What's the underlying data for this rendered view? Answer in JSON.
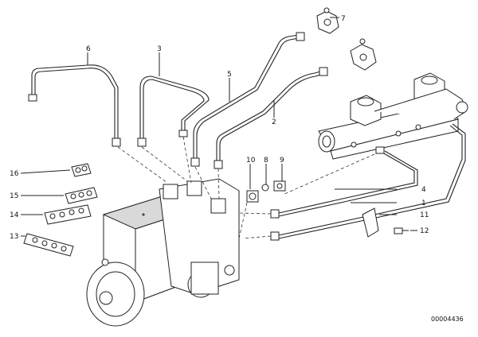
{
  "callouts": [
    {
      "id": "c1",
      "text": "1"
    },
    {
      "id": "c2",
      "text": "2"
    },
    {
      "id": "c3",
      "text": "3"
    },
    {
      "id": "c4",
      "text": "4"
    },
    {
      "id": "c5",
      "text": "5"
    },
    {
      "id": "c6",
      "text": "6"
    },
    {
      "id": "c7",
      "text": "7"
    },
    {
      "id": "c8",
      "text": "8"
    },
    {
      "id": "c9",
      "text": "9"
    },
    {
      "id": "c10",
      "text": "10"
    },
    {
      "id": "c11",
      "text": "11"
    },
    {
      "id": "c12",
      "text": "12"
    },
    {
      "id": "c13",
      "text": "13"
    },
    {
      "id": "c14",
      "text": "14"
    },
    {
      "id": "c15",
      "text": "15"
    },
    {
      "id": "c16",
      "text": "16"
    }
  ],
  "doc_number": "00004436"
}
